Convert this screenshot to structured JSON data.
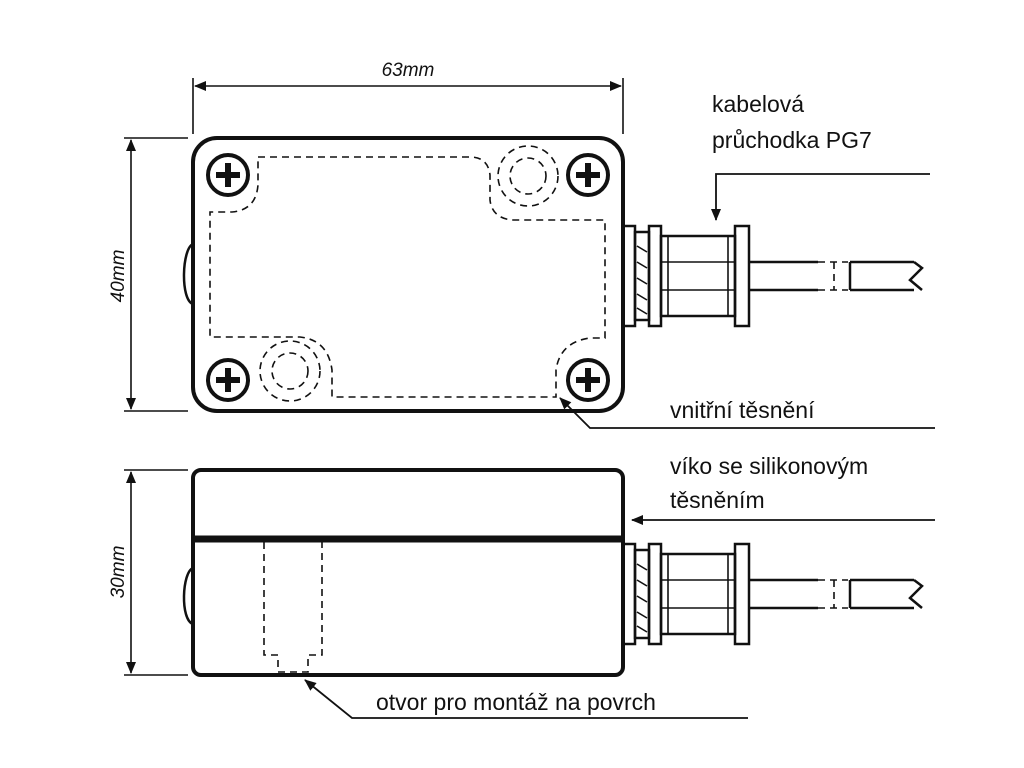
{
  "dimensions": {
    "width": "63mm",
    "height_top": "40mm",
    "height_side": "30mm"
  },
  "labels": {
    "cable_gland_line1": "kabelová",
    "cable_gland_line2": "průchodka PG7",
    "inner_seal": "vnitřní těsnění",
    "lid_line1": "víko se silikonovým",
    "lid_line2": "těsněním",
    "mount_hole": "otvor pro montáž na povrch"
  }
}
